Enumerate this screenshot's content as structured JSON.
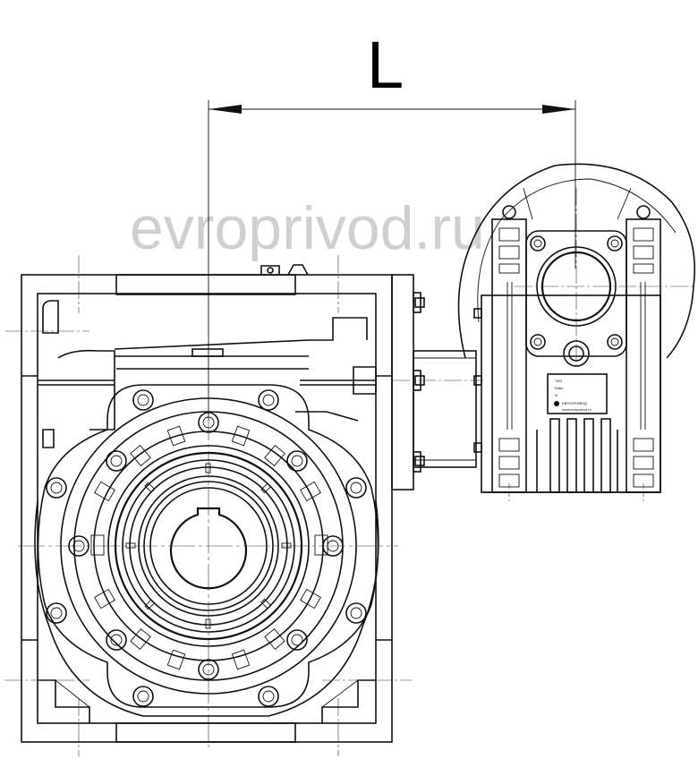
{
  "dimension": {
    "label": "L"
  },
  "watermark": {
    "text": "evroprivod.ru"
  },
  "nameplate": {
    "row1": "ТИП",
    "row2": "Ratio",
    "row3": "N",
    "brand": "ЕВРОПРИВОД",
    "site": "www.evroprivod.ru"
  }
}
